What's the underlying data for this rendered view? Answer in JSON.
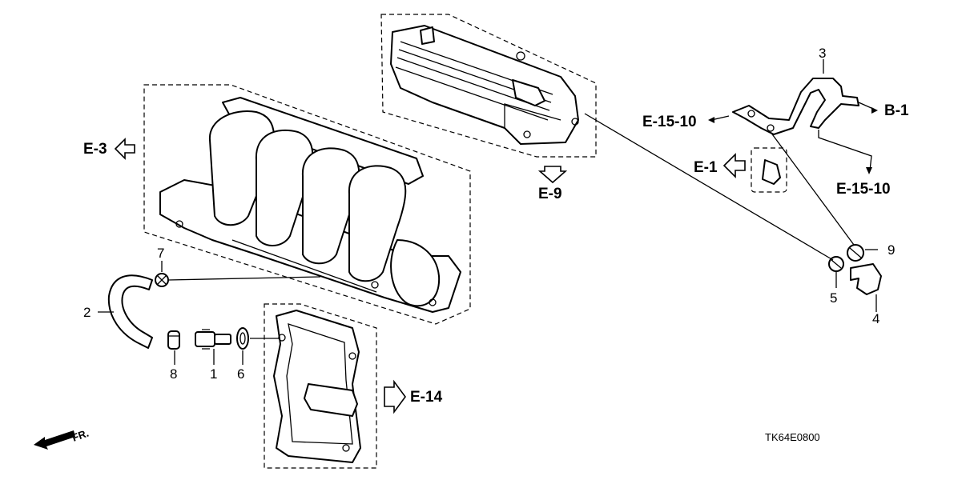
{
  "refs": {
    "e3": "E-3",
    "e9": "E-9",
    "e1": "E-1",
    "e14": "E-14",
    "e15a": "E-15-10",
    "e15b": "E-15-10",
    "b1": "B-1"
  },
  "parts": {
    "p1": "1",
    "p2": "2",
    "p3": "3",
    "p4": "4",
    "p5": "5",
    "p6": "6",
    "p7": "7",
    "p8": "8",
    "p9": "9"
  },
  "front_label": "FR.",
  "diagram_code": "TK64E0800"
}
